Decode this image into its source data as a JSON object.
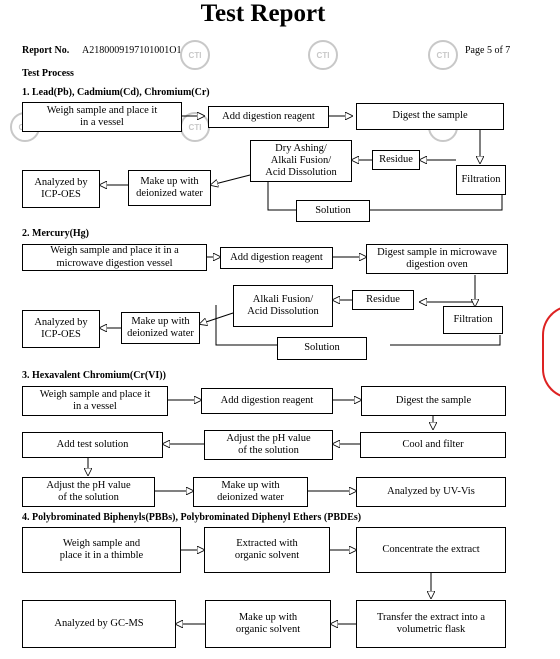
{
  "header": {
    "title": "Test Report",
    "report_no_label": "Report No.",
    "report_no_value": "A2180009197101001O1",
    "page": "Page 5 of 7",
    "watermark": "CTI"
  },
  "section_title": "Test Process",
  "s1": {
    "heading": "1.   Lead(Pb), Cadmium(Cd), Chromium(Cr)",
    "weigh": [
      "Weigh sample and place it",
      "in a vessel"
    ],
    "add": "Add digestion reagent",
    "digest": "Digest the sample",
    "dry": [
      "Dry Ashing/",
      "Alkali Fusion/",
      "Acid Dissolution"
    ],
    "residue": "Residue",
    "filtration": "Filtration",
    "analyzed": [
      "Analyzed by",
      "ICP-OES"
    ],
    "makeup": [
      "Make up with",
      "deionized water"
    ],
    "solution": "Solution"
  },
  "s2": {
    "heading": "2.   Mercury(Hg)",
    "weigh": [
      "Weigh sample and place it in a",
      "microwave digestion vessel"
    ],
    "add": "Add digestion reagent",
    "digest": [
      "Digest sample in microwave",
      "digestion oven"
    ],
    "alkali": [
      "Alkali Fusion/",
      "Acid Dissolution"
    ],
    "residue": "Residue",
    "filtration": "Filtration",
    "analyzed": [
      "Analyzed by",
      "ICP-OES"
    ],
    "makeup": [
      "Make up with",
      "deionized water"
    ],
    "solution": "Solution"
  },
  "s3": {
    "heading": "3.   Hexavalent Chromium(Cr(VI))",
    "weigh": [
      "Weigh sample and place it",
      "in a vessel"
    ],
    "add": "Add digestion reagent",
    "digest": "Digest the sample",
    "add_test": "Add test solution",
    "adjust1": [
      "Adjust the pH value",
      "of the solution"
    ],
    "cool": "Cool and filter",
    "adjust2": [
      "Adjust the pH value",
      "of the solution"
    ],
    "makeup": [
      "Make up with",
      "deionized water"
    ],
    "analyzed": "Analyzed by UV-Vis"
  },
  "s4": {
    "heading": "4.   Polybrominated Biphenyls(PBBs), Polybrominated Diphenyl Ethers (PBDEs)",
    "weigh": [
      "Weigh sample and",
      "place it in a thimble"
    ],
    "extracted": [
      "Extracted with",
      "organic solvent"
    ],
    "concentrate": "Concentrate the extract",
    "analyzed": "Analyzed by GC-MS",
    "makeup": [
      "Make up with",
      "organic solvent"
    ],
    "transfer": [
      "Transfer the extract into a",
      "volumetric flask"
    ]
  },
  "colors": {
    "stamp": "#dd2222",
    "watermark": "#c8c8c8"
  }
}
